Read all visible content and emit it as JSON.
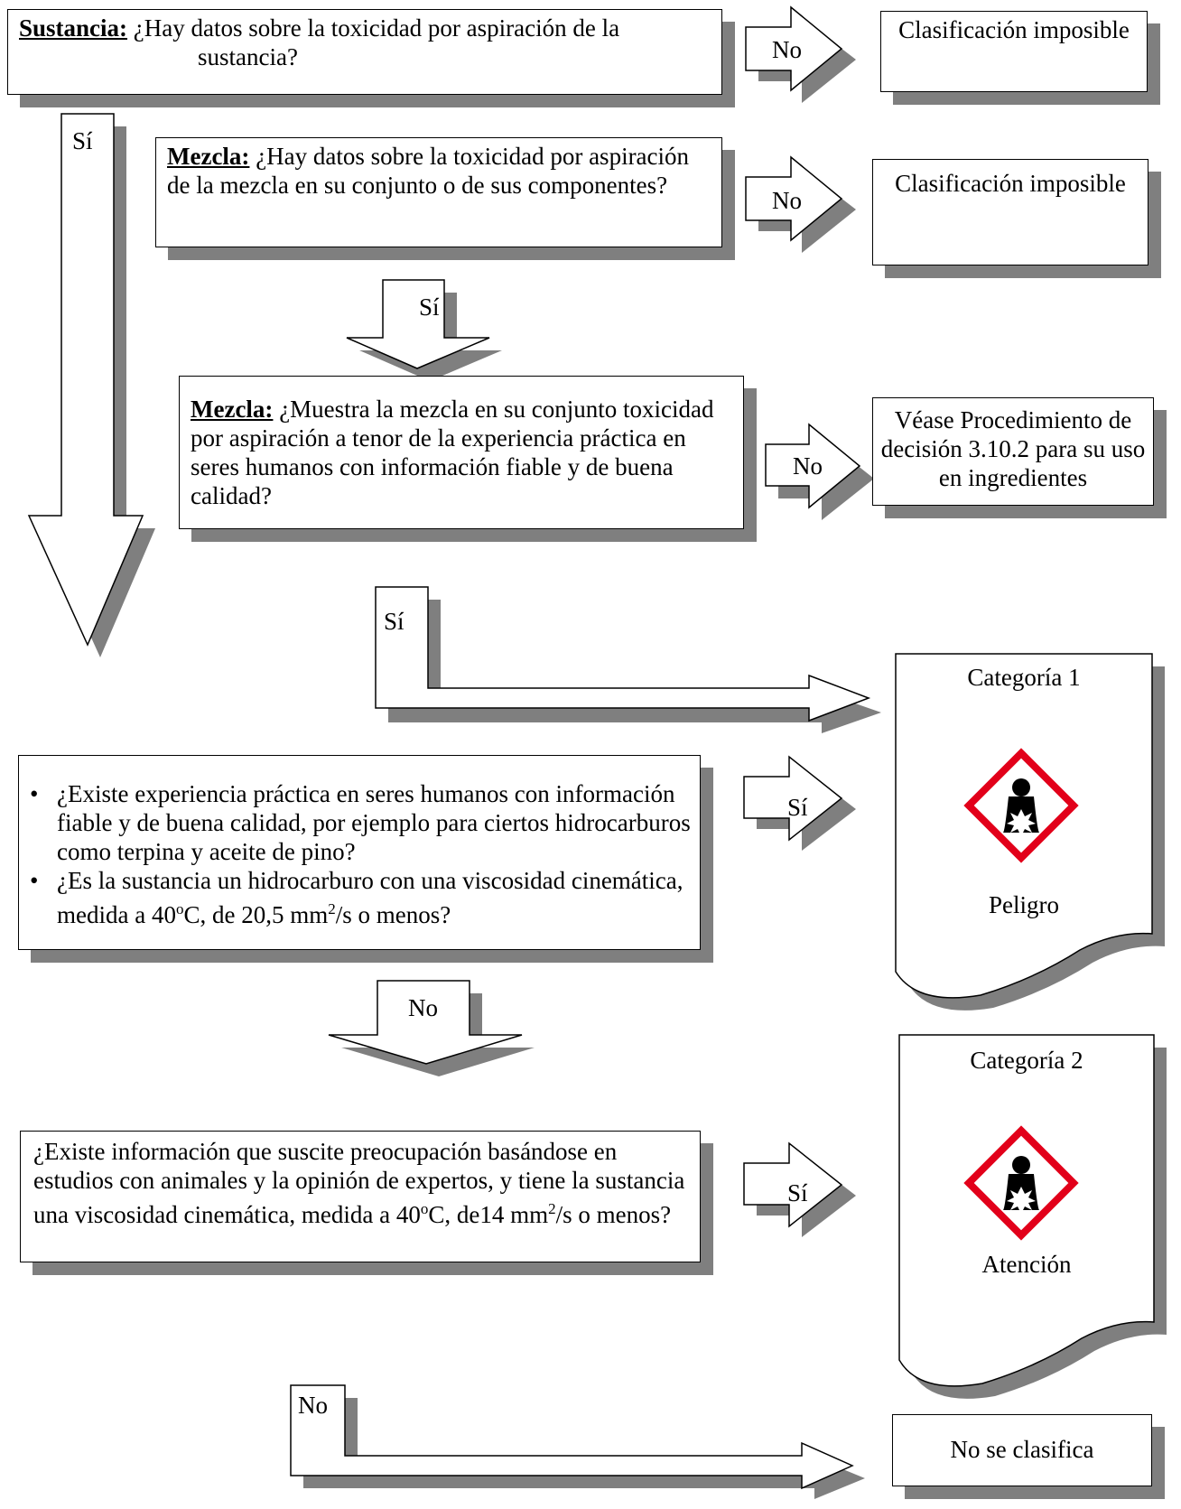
{
  "sustancia": {
    "label": "Sustancia:",
    "question_line1": " ¿Hay datos sobre la toxicidad por aspiración de la",
    "question_line2": "sustancia?",
    "no_arrow": "No",
    "outcome": "Clasificación imposible",
    "yes_arrow": "Sí"
  },
  "mezcla1": {
    "label": "Mezcla:",
    "question": "  ¿Hay datos sobre la toxicidad por aspiración de la mezcla en su conjunto o de sus componentes?",
    "no_arrow": "No",
    "outcome": "Clasificación imposible",
    "yes_arrow": "Sí"
  },
  "mezcla2": {
    "label": "Mezcla:",
    "question": "  ¿Muestra la mezcla en su conjunto toxicidad por aspiración a tenor de la experiencia práctica en seres humanos con información fiable y de buena calidad?",
    "no_arrow": "No",
    "outcome": "Véase Procedimiento de decisión 3.10.2 para su uso en ingredientes",
    "yes_arrow": "Sí"
  },
  "criteria1": {
    "bullet1": "¿Existe experiencia práctica en seres humanos con información fiable y de buena calidad, por ejemplo para ciertos hidrocarburos como terpina y aceite de pino?",
    "bullet2_a": "     ¿Es la sustancia un hidrocarburo con una viscosidad cinemática, medida a 40",
    "bullet2_deg": "o",
    "bullet2_b": "C, de 20,5 mm",
    "bullet2_sup": "2",
    "bullet2_c": "/s o menos?",
    "yes_arrow": "Sí",
    "no_arrow": "No"
  },
  "criteria2": {
    "text_a": "¿Existe información que suscite preocupación basándose en estudios con animales y la opinión de expertos, y tiene la sustancia una viscosidad cinemática, medida a 40",
    "deg": "o",
    "text_b": "C, de14 mm",
    "sup": "2",
    "text_c": "/s o menos?",
    "yes_arrow": "Sí",
    "no_arrow": "No"
  },
  "category1": {
    "title": "Categoría 1",
    "signal": "Peligro",
    "pictogram": "health-hazard-icon"
  },
  "category2": {
    "title": "Categoría 2",
    "signal": "Atención",
    "pictogram": "health-hazard-icon"
  },
  "final_outcome": "No se clasifica",
  "colors": {
    "shadow": "#7f7f7f",
    "pictogram_border": "#e2001a"
  }
}
